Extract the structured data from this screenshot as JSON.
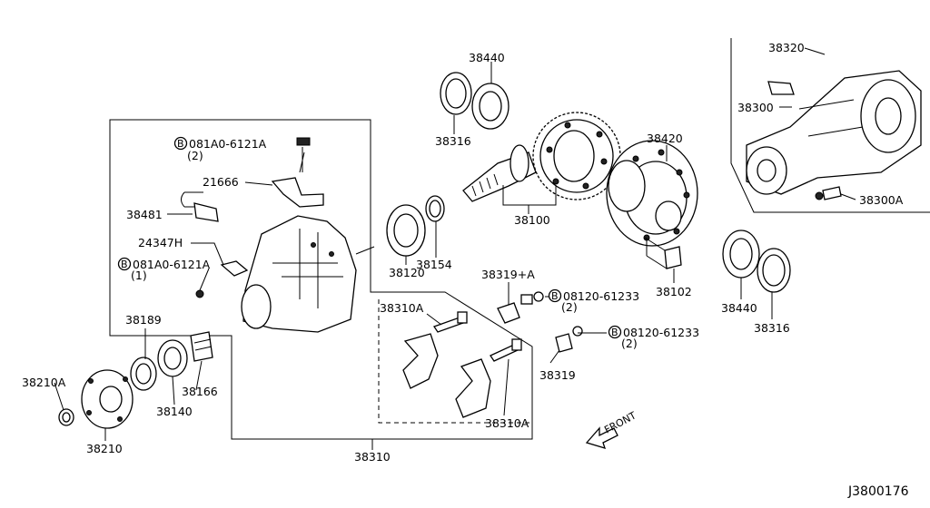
{
  "diagram_id": "J3800176",
  "front_label": "FRONT",
  "labels": {
    "p38440_top": "38440",
    "p38316_top": "38316",
    "p38100": "38100",
    "p38420": "38420",
    "p38120": "38120",
    "p38154": "38154",
    "p38102": "38102",
    "p38440_right": "38440",
    "p38316_right": "38316",
    "p38320": "38320",
    "p38300": "38300",
    "p38300A": "38300A",
    "b081A0_top": "081A0-6121A",
    "b081A0_top_qty": "(2)",
    "p21666": "21666",
    "p38481": "38481",
    "p24347H": "24347H",
    "b081A0_mid": "081A0-6121A",
    "b081A0_mid_qty": "(1)",
    "p38189": "38189",
    "p38166": "38166",
    "p38140": "38140",
    "p38210A": "38210A",
    "p38210": "38210",
    "p38310": "38310",
    "p38310A_left": "38310A",
    "p38310A_right": "38310A",
    "p38319A": "38319+A",
    "b08120_a": "08120-61233",
    "b08120_a_qty": "(2)",
    "b08120_b": "08120-61233",
    "b08120_b_qty": "(2)",
    "p38319": "38319",
    "bolt_symbol": "B"
  }
}
